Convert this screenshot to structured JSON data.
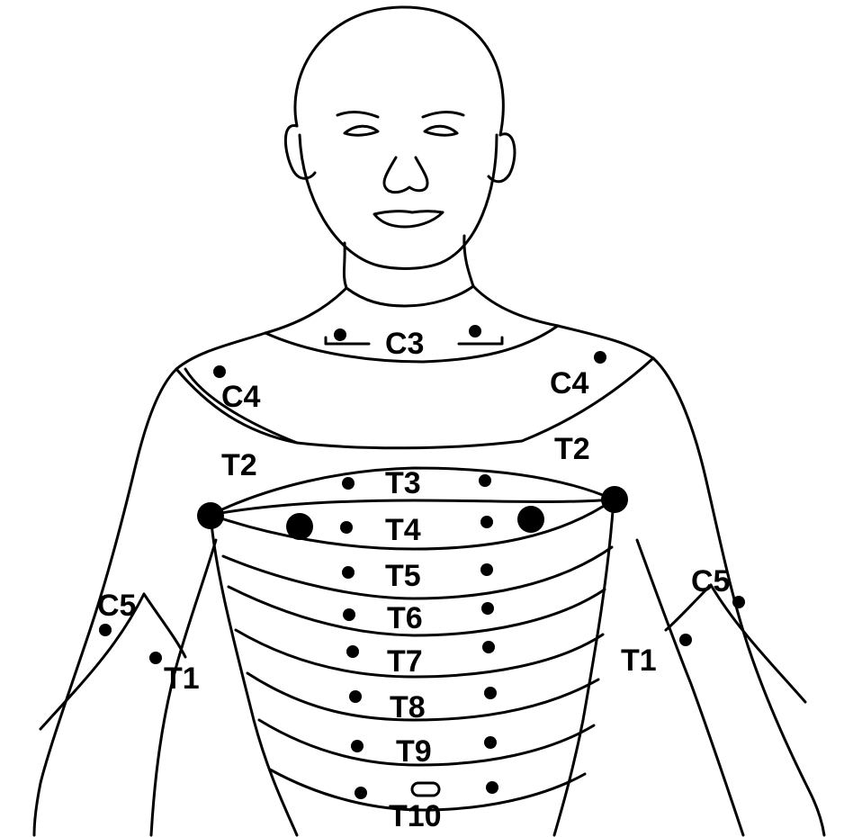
{
  "figure": {
    "line_color": "#000000",
    "background": "#ffffff",
    "labels": {
      "c3": "C3",
      "c4_left": "C4",
      "c4_right": "C4",
      "t2_left": "T2",
      "t2_right": "T2",
      "t3": "T3",
      "t4": "T4",
      "t5": "T5",
      "t6": "T6",
      "t7": "T7",
      "t8": "T8",
      "t9": "T9",
      "t10": "T10",
      "c5_left": "C5",
      "c5_right": "C5",
      "t1_left": "T1",
      "t1_right": "T1"
    }
  }
}
